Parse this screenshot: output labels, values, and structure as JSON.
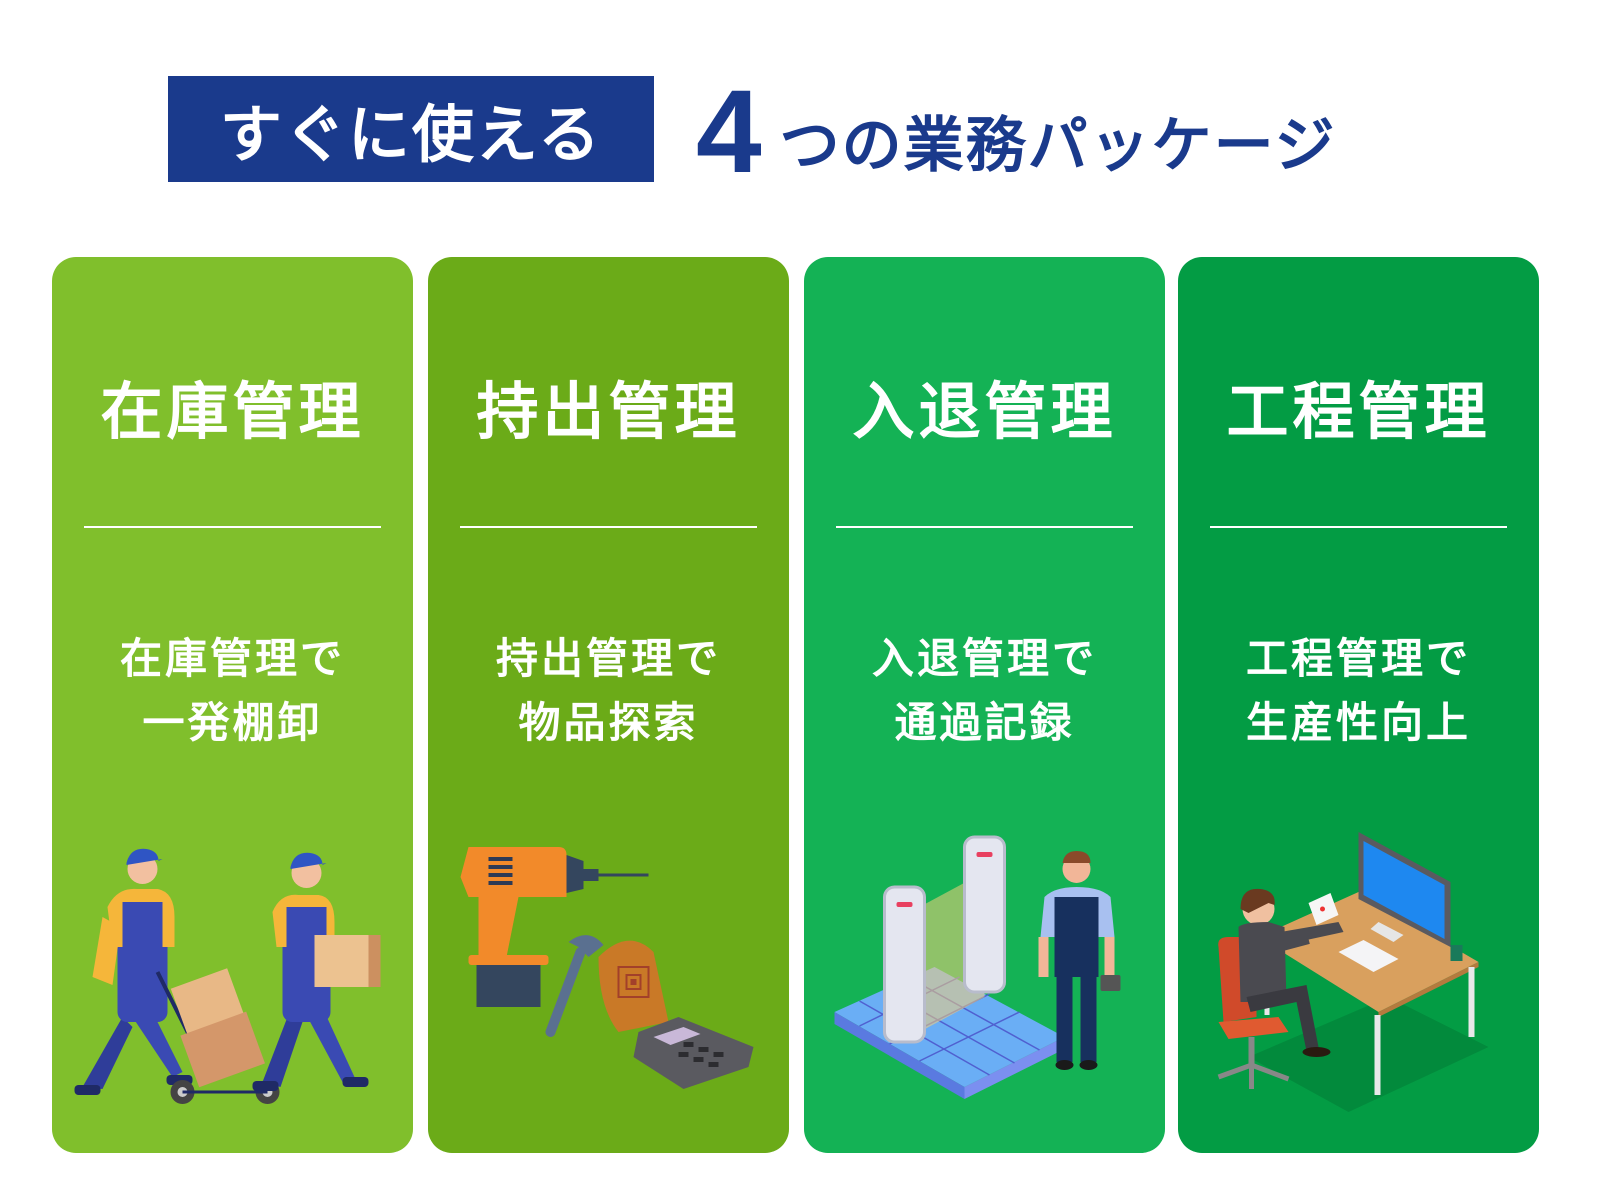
{
  "header": {
    "highlight": "すぐに使える",
    "number": "4",
    "suffix": "つの業務パッケージ"
  },
  "colors": {
    "title_blue": "#1a3a8c",
    "card_1": "#80bf2c",
    "card_2": "#6bab18",
    "card_3": "#14b255",
    "card_4": "#039c44"
  },
  "cards": [
    {
      "title": "在庫管理",
      "desc_line1": "在庫管理で",
      "desc_line2": "一発棚卸",
      "illustration": "movers-with-boxes-illustration"
    },
    {
      "title": "持出管理",
      "desc_line1": "持出管理で",
      "desc_line2": "物品探索",
      "illustration": "tools-rfid-reader-illustration"
    },
    {
      "title": "入退管理",
      "desc_line1": "入退管理で",
      "desc_line2": "通過記録",
      "illustration": "security-gate-worker-illustration"
    },
    {
      "title": "工程管理",
      "desc_line1": "工程管理で",
      "desc_line2": "生産性向上",
      "illustration": "office-desk-worker-illustration"
    }
  ]
}
